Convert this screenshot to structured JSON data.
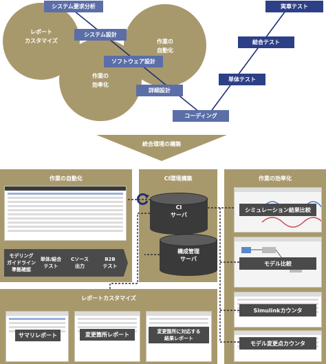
{
  "v_model": {
    "circles": {
      "report": "レポート\nカスタマイズ",
      "automation": "作業の\n自動化",
      "efficiency": "作業の\n効率化"
    },
    "left_steps": [
      "システム要求分析",
      "システム設計",
      "ソフトウェア設計",
      "詳細設計",
      "コーディング"
    ],
    "right_steps": [
      "単体テスト",
      "結合テスト",
      "実車テスト"
    ],
    "colors": {
      "light_box": "#5b6ea8",
      "dark_box": "#2d3f86",
      "line": "#1f2f70",
      "gold": "#a8996d"
    }
  },
  "arrow_label": "統合環境の構築",
  "panels": {
    "automation": {
      "title": "作業の自動化",
      "steps": [
        "モデリング\nガイドライン\n準拠確認",
        "単体/結合\nテスト",
        "Cソース\n出力",
        "B2B\nテスト"
      ]
    },
    "ci": {
      "title": "CI環境構築",
      "ci_server": "CI\nサーバ",
      "config_server": "構成管理\nサーバ"
    },
    "efficiency": {
      "title": "作業の効率化",
      "items": [
        "シミュレーション結果比較",
        "モデル比較",
        "Simulinkカウンタ",
        "モデル変更点カウンタ"
      ]
    },
    "report": {
      "title": "レポートカスタマイズ",
      "items": [
        "サマリレポート",
        "変更箇所レポート",
        "変更箇所に対応する\n結果レポート"
      ]
    }
  }
}
